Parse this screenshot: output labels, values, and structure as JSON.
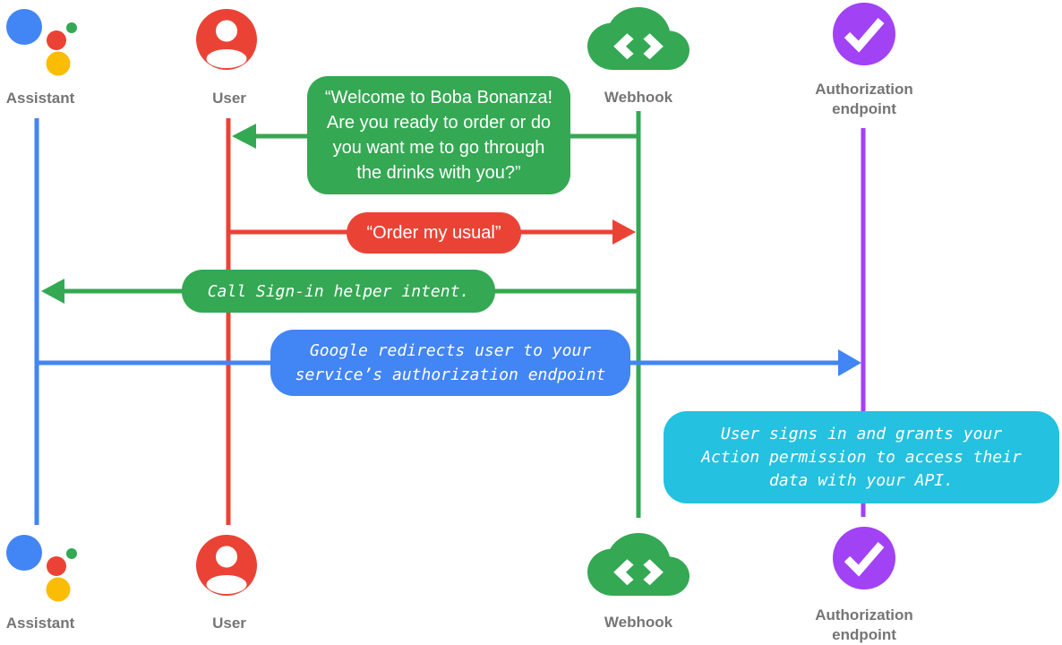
{
  "colors": {
    "google_blue": "#4285F4",
    "google_red": "#EA4335",
    "google_green": "#34A853",
    "google_yellow": "#FBBC04",
    "purple": "#A142F4",
    "cyan": "#24C1E0",
    "label_gray": "#757575",
    "text_white": "#FFFFFF"
  },
  "actors": {
    "assistant": {
      "label": "Assistant"
    },
    "user": {
      "label": "User"
    },
    "webhook": {
      "label": "Webhook"
    },
    "auth_endpoint": {
      "label_line1": "Authorization",
      "label_line2": "endpoint"
    }
  },
  "messages": {
    "welcome": {
      "from": "webhook",
      "to": "user",
      "lines": [
        "“Welcome to Boba Bonanza!",
        "Are you ready to order or do",
        "you want me to go through",
        "the drinks with you?”"
      ]
    },
    "order": {
      "from": "user",
      "to": "webhook",
      "lines": [
        "“Order my usual”"
      ]
    },
    "signin_helper": {
      "from": "webhook",
      "to": "assistant",
      "lines": [
        "Call Sign-in helper intent."
      ]
    },
    "redirect": {
      "from": "assistant",
      "to": "auth_endpoint",
      "lines": [
        "Google redirects user to your",
        "service’s authorization endpoint"
      ]
    },
    "grant": {
      "at": "auth_endpoint",
      "lines": [
        "User signs in and grants your",
        "Action permission to access their",
        "data with your API."
      ]
    }
  }
}
